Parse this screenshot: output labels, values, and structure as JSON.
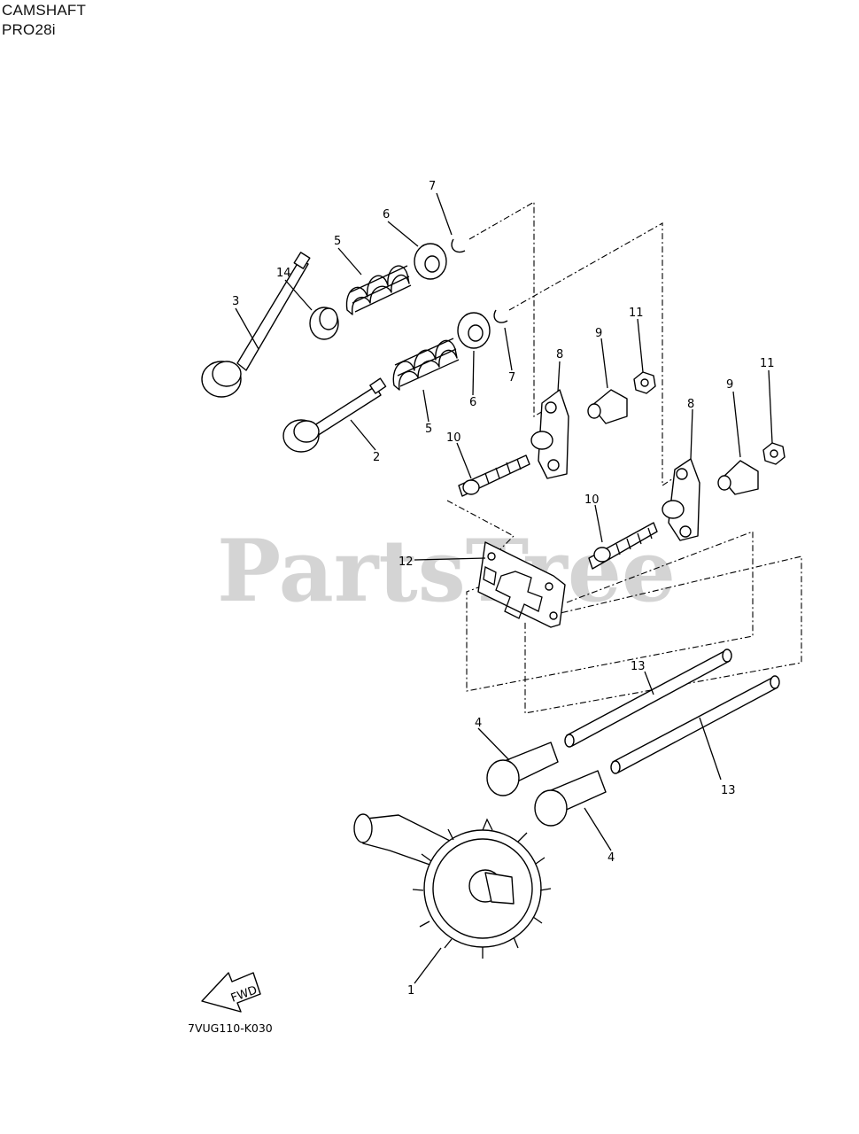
{
  "header": {
    "title": "CAMSHAFT",
    "model": "PRO28i"
  },
  "watermark": "PartsTree",
  "diagram_code": "7VUG110-K030",
  "fwd_label": "FWD",
  "callouts": [
    "1",
    "2",
    "3",
    "4",
    "4",
    "5",
    "5",
    "6",
    "6",
    "7",
    "7",
    "8",
    "8",
    "9",
    "9",
    "10",
    "10",
    "11",
    "11",
    "12",
    "13",
    "13",
    "14"
  ]
}
